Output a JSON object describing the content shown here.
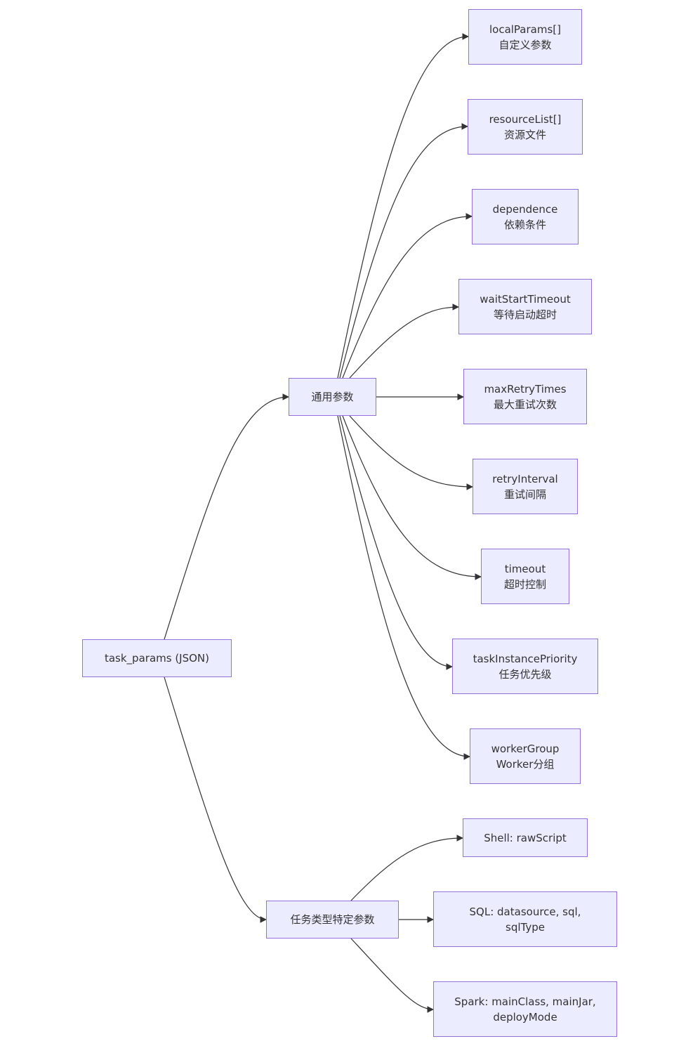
{
  "nodes": {
    "root": {
      "line1": "task_params (JSON)"
    },
    "common": {
      "line1": "通用参数"
    },
    "specific": {
      "line1": "任务类型特定参数"
    },
    "localParams": {
      "line1": "localParams[]",
      "line2": "自定义参数"
    },
    "resourceList": {
      "line1": "resourceList[]",
      "line2": "资源文件"
    },
    "dependence": {
      "line1": "dependence",
      "line2": "依赖条件"
    },
    "waitStartTimeout": {
      "line1": "waitStartTimeout",
      "line2": "等待启动超时"
    },
    "maxRetryTimes": {
      "line1": "maxRetryTimes",
      "line2": "最大重试次数"
    },
    "retryInterval": {
      "line1": "retryInterval",
      "line2": "重试间隔"
    },
    "timeout": {
      "line1": "timeout",
      "line2": "超时控制"
    },
    "taskInstancePriority": {
      "line1": "taskInstancePriority",
      "line2": "任务优先级"
    },
    "workerGroup": {
      "line1": "workerGroup",
      "line2": "Worker分组"
    },
    "shell": {
      "line1": "Shell: rawScript"
    },
    "sql": {
      "line1": "SQL: datasource, sql,",
      "line2": "sqlType"
    },
    "spark": {
      "line1": "Spark: mainClass, mainJar,",
      "line2": "deployMode"
    }
  },
  "colors": {
    "node_fill": "#ececff",
    "node_border": "#9370db",
    "edge": "#333333",
    "text": "#333333"
  }
}
